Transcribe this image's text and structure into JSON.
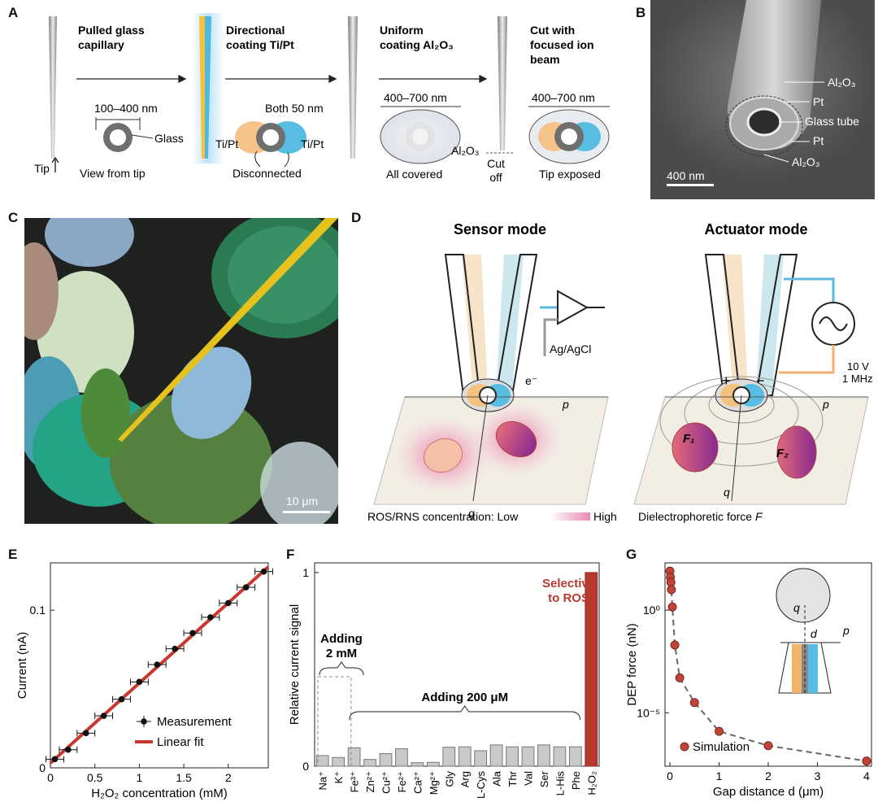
{
  "panel_labels": {
    "a": "A",
    "b": "B",
    "c": "C",
    "d": "D",
    "e": "E",
    "f": "F",
    "g": "G"
  },
  "panelA": {
    "step1": [
      "Pulled glass",
      "capillary"
    ],
    "step2": [
      "Directional",
      "coating Ti/Pt"
    ],
    "step3": [
      "Uniform",
      "coating Al₂O₃"
    ],
    "step4": [
      "Cut with",
      "focused ion",
      "beam"
    ],
    "dim1": "100–400 nm",
    "glass": "Glass",
    "view_from_tip": "View from tip",
    "tip": "Tip",
    "both50": "Both 50 nm",
    "tipt_left": "Ti/Pt",
    "tipt_right": "Ti/Pt",
    "disconnected": "Disconnected",
    "dim3": "400–700 nm",
    "al2o3": "Al₂O₃",
    "all_covered": "All covered",
    "cut_off": [
      "Cut",
      "off"
    ],
    "dim4": "400–700 nm",
    "tip_exposed": "Tip exposed"
  },
  "panelB": {
    "labels": [
      "Al₂O₃",
      "Pt",
      "Glass tube",
      "Pt",
      "Al₂O₃"
    ],
    "scale": "400 nm"
  },
  "panelC": {
    "scale": "10 μm"
  },
  "panelD": {
    "sensor_title": "Sensor mode",
    "actuator_title": "Actuator mode",
    "electrode": "Ag/AgCl",
    "electron": "e⁻",
    "p": "p",
    "q": "q",
    "plus": "+",
    "minus": "−",
    "voltage": "10 V",
    "freq": "1 MHz",
    "f1": "F₁",
    "f2": "F₂",
    "ros_caption": "ROS/RNS concentration: Low",
    "ros_high": "High",
    "dep_caption": "Dielectrophoretic force",
    "dep_symbol": "F"
  },
  "chart_data": [
    {
      "type": "scatter",
      "panel": "E",
      "xlabel": "H₂O₂ concentration (mM)",
      "ylabel": "Current (nA)",
      "xlim": [
        0,
        2.45
      ],
      "ylim": [
        0,
        0.13
      ],
      "xticks": [
        0,
        0.5,
        1,
        1.5,
        2
      ],
      "xtick_labels": [
        "0",
        "0.5",
        "1",
        "1.5",
        "2"
      ],
      "yticks": [
        0,
        0.1
      ],
      "ytick_labels": [
        "0",
        "0.1"
      ],
      "series": [
        {
          "name": "Measurement",
          "x": [
            0.05,
            0.2,
            0.4,
            0.6,
            0.8,
            1.0,
            1.2,
            1.4,
            1.6,
            1.8,
            2.0,
            2.2,
            2.4
          ],
          "y": [
            0.0055,
            0.0115,
            0.022,
            0.033,
            0.0435,
            0.0545,
            0.0655,
            0.0755,
            0.0855,
            0.0955,
            0.1045,
            0.1145,
            0.1245
          ],
          "xerr": 0.1
        },
        {
          "name": "Linear fit",
          "x": [
            0,
            2.45
          ],
          "y": [
            0.003,
            0.1275
          ]
        }
      ]
    },
    {
      "type": "bar",
      "panel": "F",
      "ylabel": "Relative current signal",
      "ylim": [
        0,
        1.05
      ],
      "yticks": [
        0,
        1
      ],
      "ytick_labels": [
        "0",
        "1"
      ],
      "categories": [
        "Na⁺",
        "K⁺",
        "Fe³⁺",
        "Zn²⁺",
        "Cu²⁺",
        "Fe²⁺",
        "Ca²⁺",
        "Mg²⁺",
        "Gly",
        "Arg",
        "L-Cys",
        "Ala",
        "Thr",
        "Val",
        "Ser",
        "L-His",
        "Phe",
        "H₂O₂"
      ],
      "values": [
        0.055,
        0.045,
        0.095,
        0.035,
        0.065,
        0.09,
        0.018,
        0.02,
        0.098,
        0.1,
        0.08,
        0.11,
        0.1,
        0.1,
        0.11,
        0.1,
        0.1,
        1.0
      ],
      "annotations": [
        "Adding",
        "2 mM",
        "Adding 200 μM",
        "Selective",
        "to ROS"
      ]
    },
    {
      "type": "scatter",
      "panel": "G",
      "xlabel": "Gap distance d (μm)",
      "ylabel": "DEP force (nN)",
      "yscale": "log",
      "xlim": [
        -0.1,
        4.1
      ],
      "ylim_exp": [
        -7.6,
        2.3
      ],
      "xticks": [
        0,
        1,
        2,
        3,
        4
      ],
      "xtick_labels": [
        "0",
        "1",
        "2",
        "3",
        "4"
      ],
      "ytick_labels": [
        "10⁰",
        "10⁻⁵"
      ],
      "series": [
        {
          "name": "Simulation",
          "x": [
            0,
            0.01,
            0.02,
            0.03,
            0.05,
            0.1,
            0.2,
            0.5,
            1.0,
            2.0,
            4.0
          ],
          "log10_y": [
            1.9,
            1.6,
            1.35,
            1.0,
            0.15,
            -1.7,
            -3.3,
            -4.5,
            -5.9,
            -6.6,
            -7.35
          ]
        }
      ]
    }
  ]
}
